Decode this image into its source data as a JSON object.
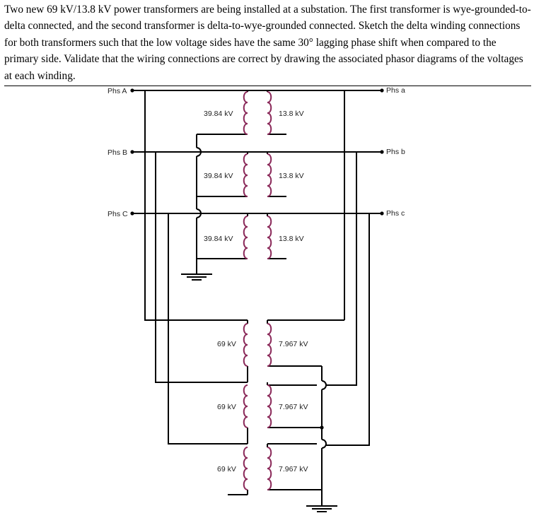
{
  "question": "Two new 69 kV/13.8 kV power transformers are being installed at a substation. The first transformer is wye-grounded-to-delta connected, and the second transformer is delta-to-wye-grounded connected. Sketch the delta winding connections for both transformers such that the low voltage sides have the same 30° lagging phase shift when compared to the primary side. Validate that the wiring connections are correct by drawing the associated phasor diagrams of the voltages at each winding.",
  "diagram": {
    "primary_phases": [
      "Phs A",
      "Phs B",
      "Phs C"
    ],
    "secondary_phases": [
      "Phs a",
      "Phs b",
      "Phs c"
    ],
    "transformer1": {
      "primary_voltage": "39.84 kV",
      "secondary_voltage": "13.8 kV"
    },
    "transformer2": {
      "primary_voltage": "69 kV",
      "secondary_voltage": "7.967 kV"
    },
    "colors": {
      "wire": "#000000",
      "coil": "#8b2a5a"
    }
  }
}
